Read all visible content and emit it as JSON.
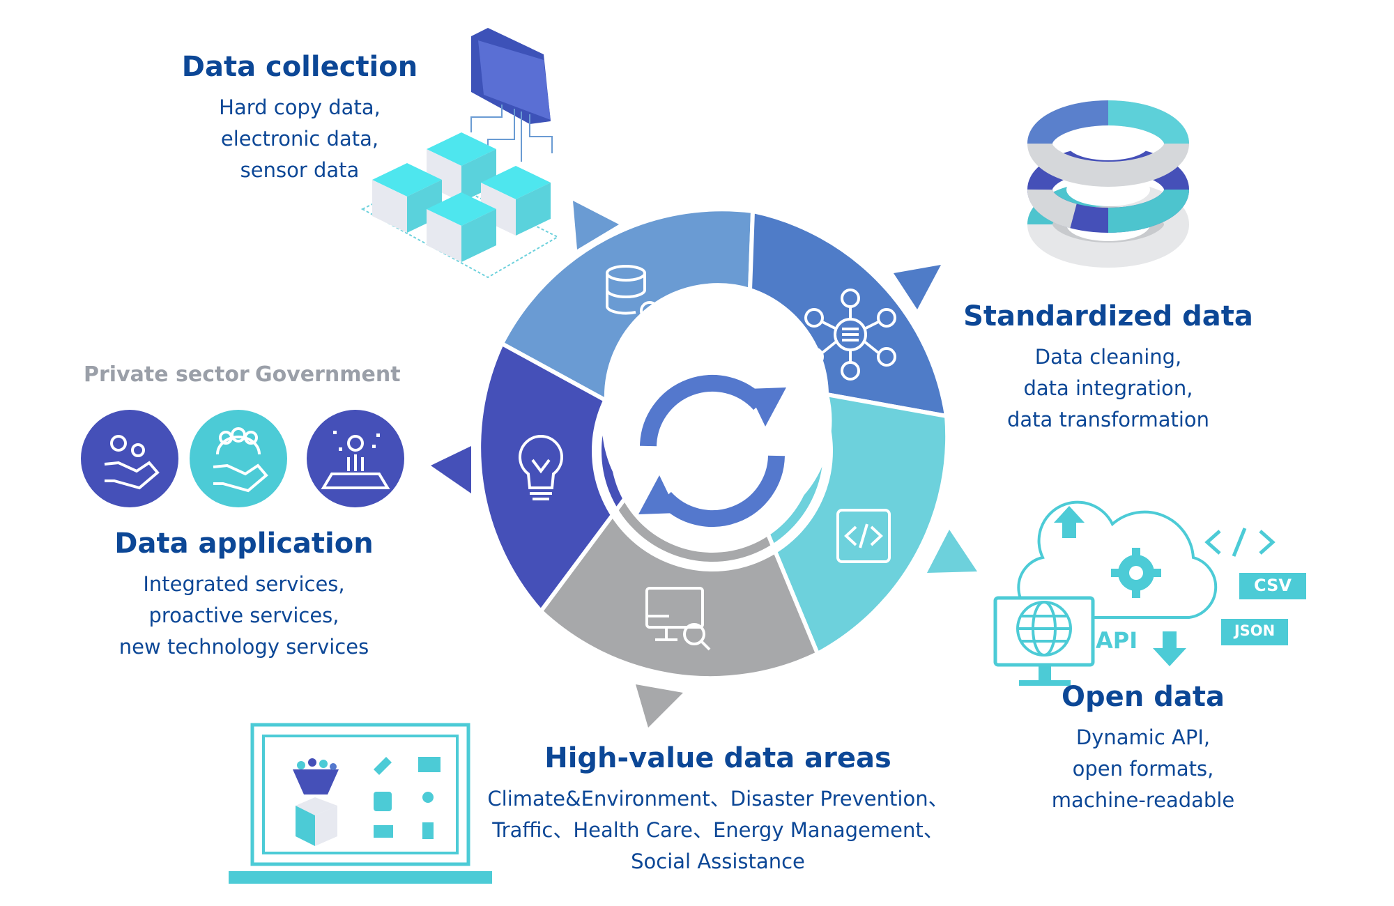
{
  "data_collection": {
    "title": "Data collection",
    "lines": [
      "Hard copy data,",
      "electronic data,",
      "sensor data"
    ]
  },
  "standardized_data": {
    "title": "Standardized data",
    "lines": [
      "Data cleaning,",
      "data integration,",
      "data transformation"
    ]
  },
  "data_application": {
    "sectors": [
      "Private sector",
      "Government"
    ],
    "title": "Data application",
    "lines": [
      "Integrated services,",
      "proactive services,",
      "new technology services"
    ]
  },
  "open_data": {
    "title": "Open data",
    "lines": [
      "Dynamic API,",
      "open formats,",
      "machine-readable"
    ],
    "badges": {
      "csv": "CSV",
      "json": "JSON",
      "api": "API"
    }
  },
  "high_value": {
    "title": "High-value data areas",
    "lines": [
      "Climate&Environment、Disaster Prevention、",
      "Traffic、Health Care、Energy Management、",
      "Social Assistance"
    ]
  },
  "colors": {
    "title_blue": "#0c4796",
    "segment_light_blue": "#6a9bd3",
    "segment_medium_blue": "#4f7cc8",
    "segment_teal": "#6dd1dc",
    "segment_gray": "#a7a8aa",
    "segment_dark_blue": "#4550b8",
    "cycle_arrows": "#5478cd",
    "teal_accent": "#4ccbd6"
  },
  "icons": [
    "database-search-icon",
    "network-hub-icon",
    "code-icon",
    "monitor-search-icon",
    "lightbulb-icon",
    "cycle-arrows-icon",
    "folder-icon",
    "server-cubes-icon",
    "stacked-rings-icon",
    "cloud-gear-icon",
    "globe-monitor-icon",
    "laptop-icon",
    "hand-gears-icon",
    "hand-people-icon",
    "tech-chip-icon"
  ]
}
